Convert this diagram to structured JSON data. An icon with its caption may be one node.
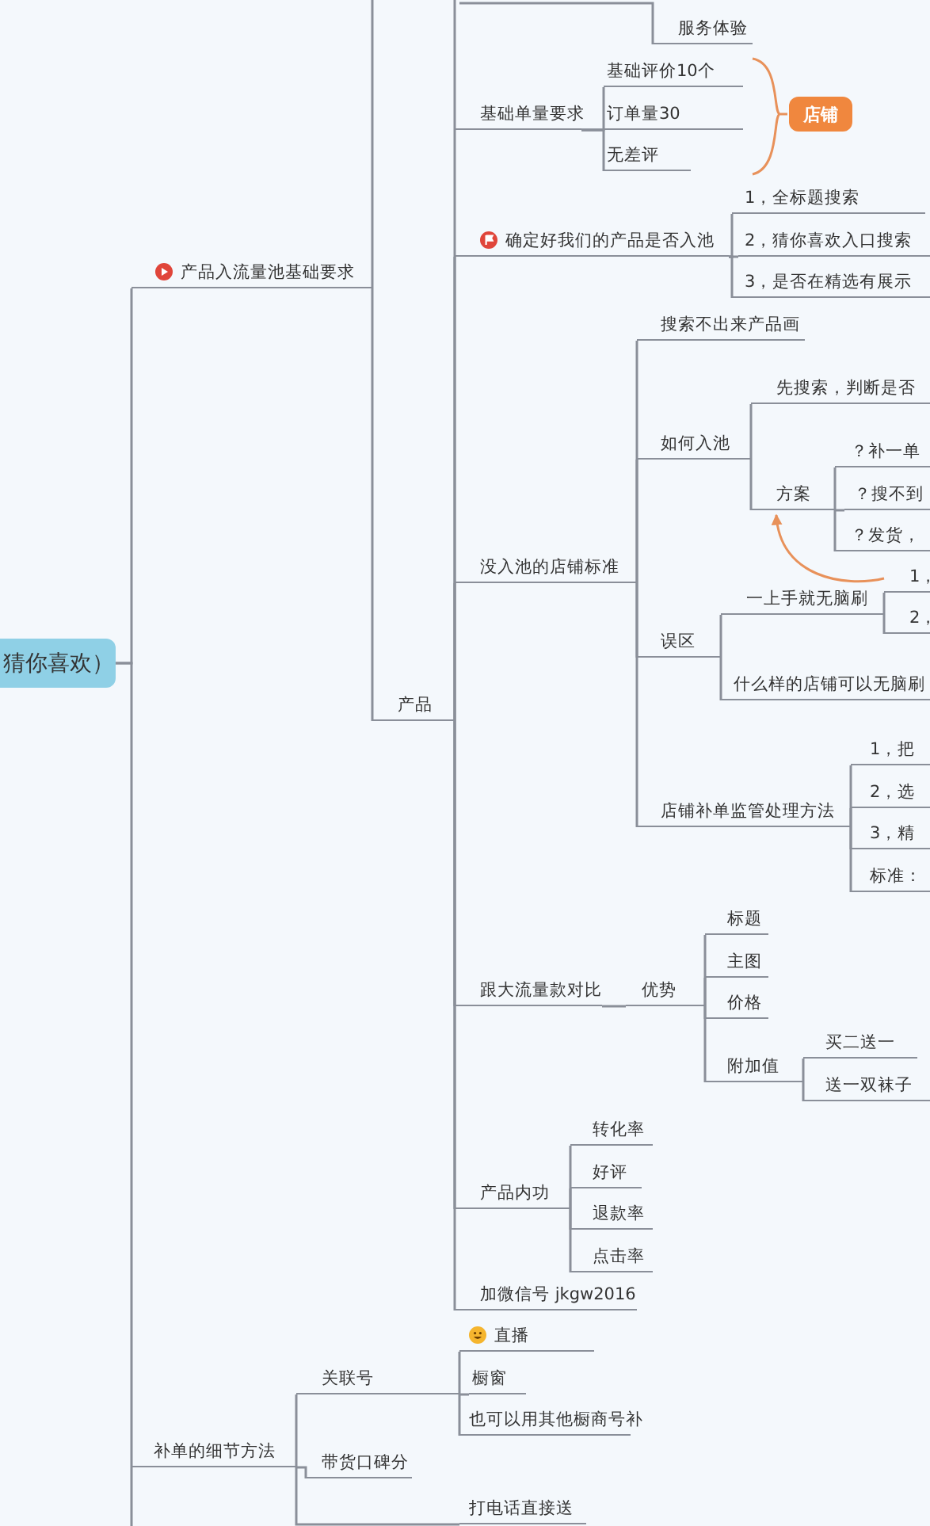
{
  "diagram": {
    "nodes": [
      {
        "text": [
          "猜你喜欢）"
        ]
      },
      {
        "text": [
          "产品入流量池基础要求"
        ]
      },
      {
        "text": [
          "服务体验"
        ]
      },
      {
        "text": [
          "产品"
        ]
      },
      {
        "text": [
          "基础单量要求"
        ]
      },
      {
        "text": [
          "基础评价10个"
        ]
      },
      {
        "text": [
          "订单量30"
        ]
      },
      {
        "text": [
          "无差评"
        ]
      },
      {
        "text": [
          "店铺"
        ]
      },
      {
        "text": [
          "确定好我们的产品是否入池"
        ]
      },
      {
        "text": [
          "1，全标题搜索"
        ]
      },
      {
        "text": [
          "2，猜你喜欢入口搜索"
        ]
      },
      {
        "text": [
          "3，是否在精选有展示"
        ]
      },
      {
        "text": [
          "没入池的店铺标准"
        ]
      },
      {
        "text": [
          "搜索不出来产品画"
        ]
      },
      {
        "text": [
          "如何入池"
        ]
      },
      {
        "text": [
          "先搜索，判断是否"
        ]
      },
      {
        "text": [
          "方案"
        ]
      },
      {
        "text": [
          "？补一单"
        ]
      },
      {
        "text": [
          "？搜不到"
        ]
      },
      {
        "text": [
          "？发货，"
        ]
      },
      {
        "text": [
          "误区"
        ]
      },
      {
        "text": [
          "一上手就无脑刷"
        ]
      },
      {
        "text": [
          "1，"
        ]
      },
      {
        "text": [
          "2，"
        ]
      },
      {
        "text": [
          "什么样的店铺可以无脑刷"
        ]
      },
      {
        "text": [
          "店铺补单监管处理方法"
        ]
      },
      {
        "text": [
          "1，把"
        ]
      },
      {
        "text": [
          "2，选"
        ]
      },
      {
        "text": [
          "3，精"
        ]
      },
      {
        "text": [
          "标准："
        ]
      },
      {
        "text": [
          "跟大流量款对比"
        ]
      },
      {
        "text": [
          "优势"
        ]
      },
      {
        "text": [
          "标题"
        ]
      },
      {
        "text": [
          "主图"
        ]
      },
      {
        "text": [
          "价格"
        ]
      },
      {
        "text": [
          "附加值"
        ]
      },
      {
        "text": [
          "买二送一"
        ]
      },
      {
        "text": [
          "送一双袜子"
        ]
      },
      {
        "text": [
          "产品内功"
        ]
      },
      {
        "text": [
          "转化率"
        ]
      },
      {
        "text": [
          "好评"
        ]
      },
      {
        "text": [
          "退款率"
        ]
      },
      {
        "text": [
          "点击率"
        ]
      },
      {
        "text": [
          "加微信号 jkgw2016"
        ]
      },
      {
        "text": [
          "补单的细节方法"
        ]
      },
      {
        "text": [
          "关联号"
        ]
      },
      {
        "text": [
          "直播"
        ]
      },
      {
        "text": [
          "橱窗"
        ]
      },
      {
        "text": [
          "也可以用其他橱商号补"
        ]
      },
      {
        "text": [
          "带货口碑分"
        ]
      },
      {
        "text": [
          "打电话直接送"
        ]
      }
    ],
    "edges": [
      {
        "from": 0,
        "to": 1,
        "arrow": "none"
      },
      {
        "from": null,
        "to": 2,
        "arrow": "none"
      },
      {
        "from": 1,
        "to": 3,
        "arrow": "none"
      },
      {
        "from": 3,
        "to": 4,
        "arrow": "none"
      },
      {
        "from": 4,
        "to": 5,
        "arrow": "none"
      },
      {
        "from": 4,
        "to": 6,
        "arrow": "none"
      },
      {
        "from": 4,
        "to": 7,
        "arrow": "none"
      },
      {
        "from": 3,
        "to": 9,
        "arrow": "none"
      },
      {
        "from": 9,
        "to": 10,
        "arrow": "none"
      },
      {
        "from": 9,
        "to": 11,
        "arrow": "none"
      },
      {
        "from": 9,
        "to": 12,
        "arrow": "none"
      },
      {
        "from": 3,
        "to": 13,
        "arrow": "none"
      },
      {
        "from": 13,
        "to": 14,
        "arrow": "none"
      },
      {
        "from": 13,
        "to": 15,
        "arrow": "none"
      },
      {
        "from": 15,
        "to": 16,
        "arrow": "none"
      },
      {
        "from": 15,
        "to": 17,
        "arrow": "none"
      },
      {
        "from": 17,
        "to": 18,
        "arrow": "none"
      },
      {
        "from": 17,
        "to": 19,
        "arrow": "none"
      },
      {
        "from": 17,
        "to": 20,
        "arrow": "none"
      },
      {
        "from": 13,
        "to": 21,
        "arrow": "none"
      },
      {
        "from": 21,
        "to": 22,
        "arrow": "none"
      },
      {
        "from": 22,
        "to": 23,
        "arrow": "none"
      },
      {
        "from": 22,
        "to": 24,
        "arrow": "none"
      },
      {
        "from": 21,
        "to": 25,
        "arrow": "none"
      },
      {
        "from": 13,
        "to": 26,
        "arrow": "none"
      },
      {
        "from": 26,
        "to": 27,
        "arrow": "none"
      },
      {
        "from": 26,
        "to": 28,
        "arrow": "none"
      },
      {
        "from": 26,
        "to": 29,
        "arrow": "none"
      },
      {
        "from": 26,
        "to": 30,
        "arrow": "none"
      },
      {
        "from": 3,
        "to": 31,
        "arrow": "none"
      },
      {
        "from": 31,
        "to": 32,
        "arrow": "none"
      },
      {
        "from": 32,
        "to": 33,
        "arrow": "none"
      },
      {
        "from": 32,
        "to": 34,
        "arrow": "none"
      },
      {
        "from": 32,
        "to": 35,
        "arrow": "none"
      },
      {
        "from": 32,
        "to": 36,
        "arrow": "none"
      },
      {
        "from": 36,
        "to": 37,
        "arrow": "none"
      },
      {
        "from": 36,
        "to": 38,
        "arrow": "none"
      },
      {
        "from": 3,
        "to": 39,
        "arrow": "none"
      },
      {
        "from": 39,
        "to": 40,
        "arrow": "none"
      },
      {
        "from": 39,
        "to": 41,
        "arrow": "none"
      },
      {
        "from": 39,
        "to": 42,
        "arrow": "none"
      },
      {
        "from": 39,
        "to": 43,
        "arrow": "none"
      },
      {
        "from": 3,
        "to": 44,
        "arrow": "none"
      },
      {
        "from": 0,
        "to": 45,
        "arrow": "none"
      },
      {
        "from": 45,
        "to": 46,
        "arrow": "none"
      },
      {
        "from": 46,
        "to": 47,
        "arrow": "none"
      },
      {
        "from": 46,
        "to": 48,
        "arrow": "none"
      },
      {
        "from": 46,
        "to": 49,
        "arrow": "none"
      },
      {
        "from": 45,
        "to": 50,
        "arrow": "none"
      },
      {
        "from": 45,
        "to": 51,
        "arrow": "none"
      },
      {
        "from": 23,
        "to": 17,
        "arrow": "to",
        "color": "#e8915a"
      }
    ]
  }
}
